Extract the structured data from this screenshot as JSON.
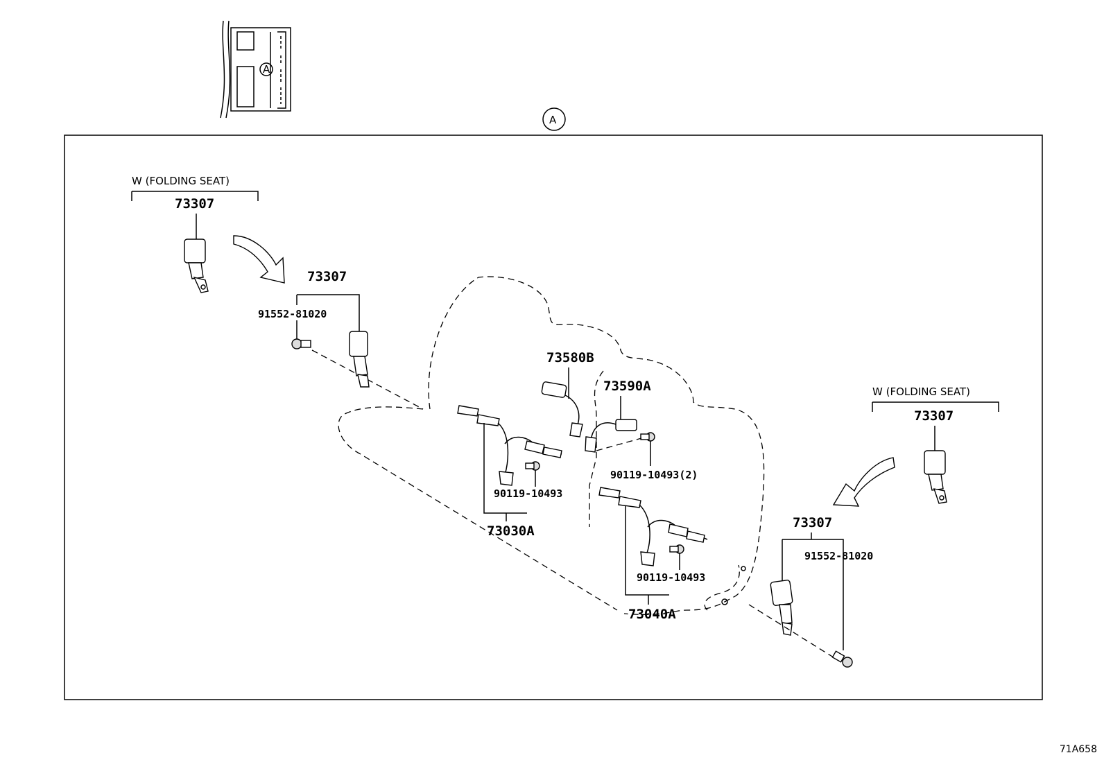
{
  "diagram": {
    "figure_id": "71A658",
    "section_marker": "A",
    "folding_seat_note": "W (FOLDING SEAT)",
    "parts": {
      "buckle_left_outer": "73307",
      "buckle_left": "73307",
      "bolt_left": "91552-81020",
      "buckle_center": "73580B",
      "buckle_center_right": "73590A",
      "bolt_center_right": "90119-10493(2)",
      "belt_center_left": "73030A",
      "bolt_center_left": "90119-10493",
      "belt_center_right": "73040A",
      "bolt_center_right_lower": "90119-10493",
      "buckle_right_outer": "73307",
      "buckle_right": "73307",
      "bolt_right": "91552-81020"
    }
  }
}
